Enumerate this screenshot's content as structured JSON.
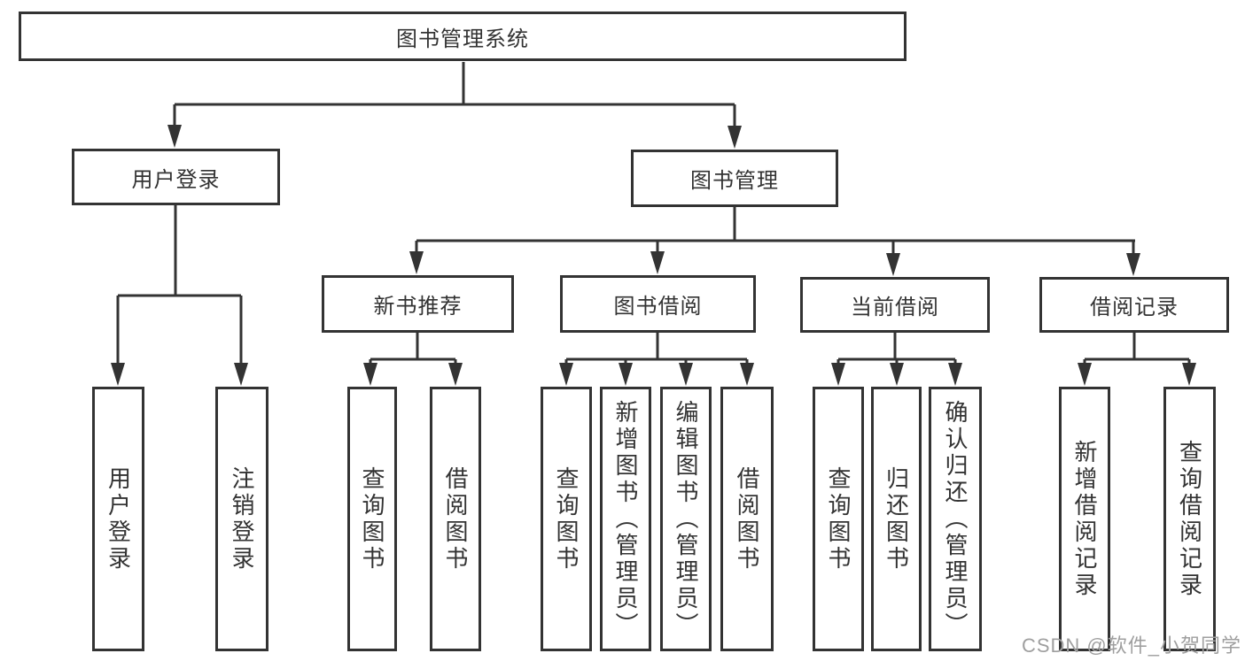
{
  "tree": {
    "label": "图书管理系统",
    "children": [
      {
        "label": "用户登录",
        "children": [
          {
            "label": "用户登录"
          },
          {
            "label": "注销登录"
          }
        ]
      },
      {
        "label": "图书管理",
        "children": [
          {
            "label": "新书推荐",
            "children": [
              {
                "label": "查询图书"
              },
              {
                "label": "借阅图书"
              }
            ]
          },
          {
            "label": "图书借阅",
            "children": [
              {
                "label": "查询图书"
              },
              {
                "label": "新增图书（管理员）"
              },
              {
                "label": "编辑图书（管理员）"
              },
              {
                "label": "借阅图书"
              }
            ]
          },
          {
            "label": "当前借阅",
            "children": [
              {
                "label": "查询图书"
              },
              {
                "label": "归还图书"
              },
              {
                "label": "确认归还（管理员）"
              }
            ]
          },
          {
            "label": "借阅记录",
            "children": [
              {
                "label": "新增借阅记录"
              },
              {
                "label": "查询借阅记录"
              }
            ]
          }
        ]
      }
    ]
  },
  "watermark": "CSDN @软件_小贺同学",
  "colors": {
    "line": "#333333",
    "text": "#333333",
    "watermark": "#9f9f9f",
    "background": "#ffffff"
  }
}
